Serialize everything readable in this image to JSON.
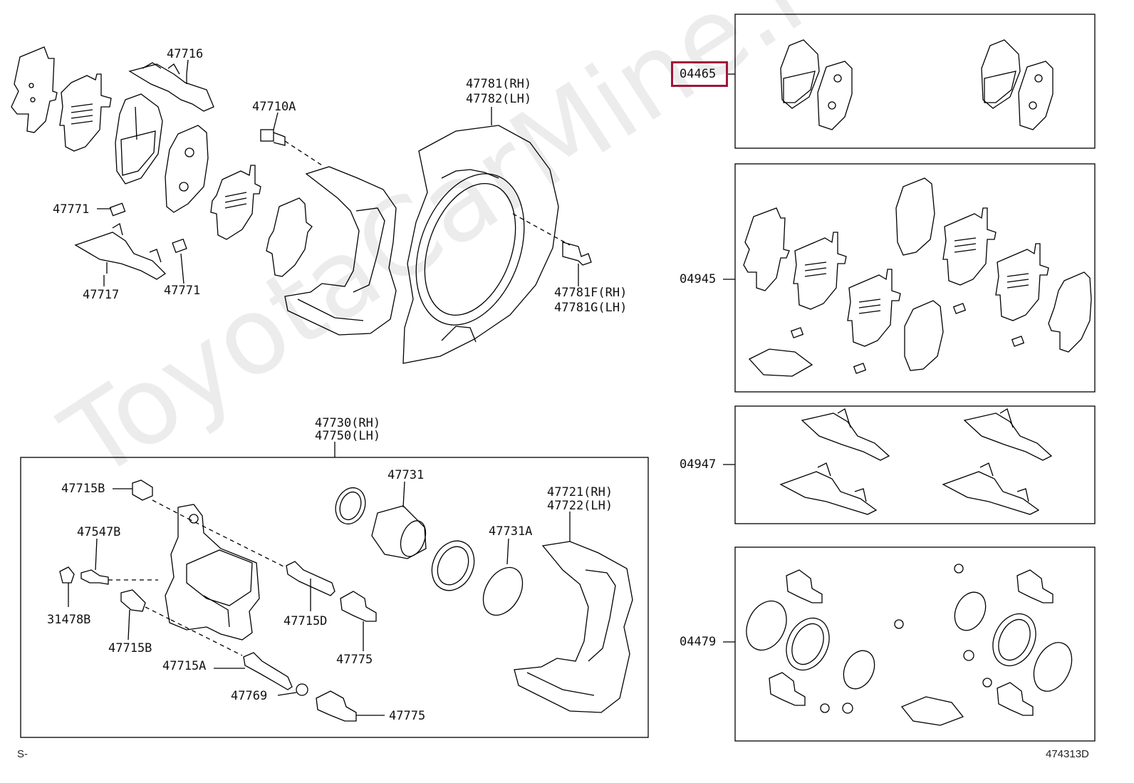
{
  "watermark": "ToyotaCarMine.ru",
  "footer": {
    "left": "S-",
    "right": "474313D"
  },
  "highlight_color": "#a0163a",
  "labels": {
    "p47716": "47716",
    "p47710A": "47710A",
    "p47781": "47781(RH)",
    "p47782": "47782(LH)",
    "p47771a": "47771",
    "p47717": "47717",
    "p47771b": "47771",
    "p47781F": "47781F(RH)",
    "p47781G": "47781G(LH)",
    "p47730": "47730(RH)",
    "p47750": "47750(LH)",
    "p47715B_top": "47715B",
    "p47731": "47731",
    "p47721": "47721(RH)",
    "p47722": "47722(LH)",
    "p47547B": "47547B",
    "p47731A": "47731A",
    "p31478B": "31478B",
    "p47715D": "47715D",
    "p47715B_bot": "47715B",
    "p47775a": "47775",
    "p47715A": "47715A",
    "p47769": "47769",
    "p47775b": "47775",
    "k04465": "04465",
    "k04945": "04945",
    "k04947": "04947",
    "k04479": "04479"
  }
}
